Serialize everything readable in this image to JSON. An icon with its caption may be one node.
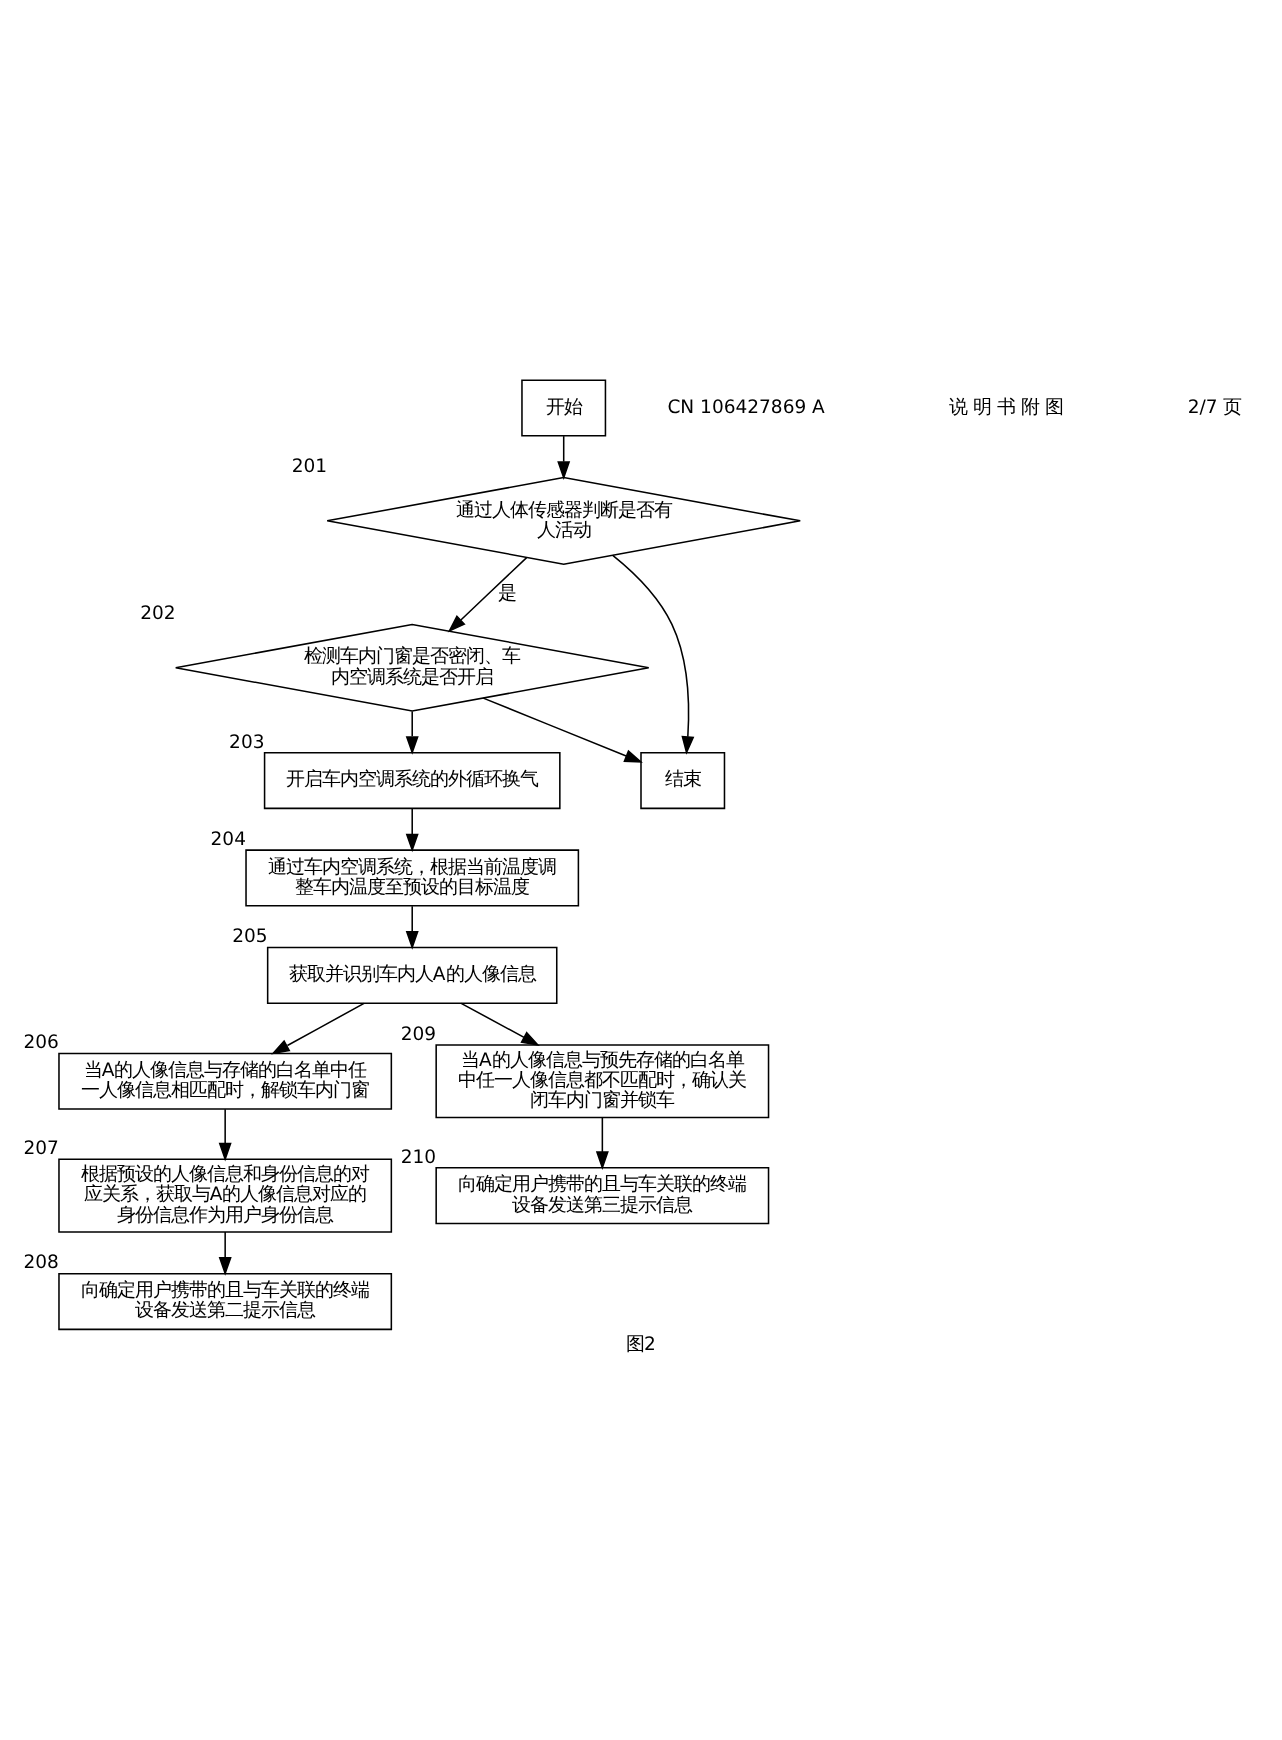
{
  "diagram": {
    "caption": "图2",
    "nodes": [
      {
        "text": [
          "开始"
        ]
      },
      {
        "text": [
          "通过人体传感器判断是否有人活动"
        ],
        "beside": [
          "201"
        ]
      },
      {
        "text": [
          "检测车内门窗是否密闭、车内空调系统是否开启"
        ],
        "beside": [
          "202"
        ]
      },
      {
        "text": [
          "结束"
        ]
      },
      {
        "text": [
          "开启车内空调系统的外循环换气"
        ],
        "beside": [
          "203"
        ]
      },
      {
        "text": [
          "通过车内空调系统，根据当前温度调整车内温度至预设的目标温度"
        ],
        "beside": [
          "204"
        ]
      },
      {
        "text": [
          "获取并识别车内人A的人像信息"
        ],
        "beside": [
          "205"
        ]
      },
      {
        "text": [
          "当A的人像信息与存储的白名单中任一人像信息相匹配时，解锁车内门窗"
        ],
        "beside": [
          "206"
        ]
      },
      {
        "text": [
          "当A的人像信息与预先存储的白名单中任一人像信息都不匹配时，确认关闭车内门窗并锁车"
        ],
        "beside": [
          "209"
        ]
      },
      {
        "text": [
          "根据预设的人像信息和身份信息的对应关系，获取与A的人像信息对应的身份信息作为用户身份信息"
        ],
        "beside": [
          "207"
        ]
      },
      {
        "text": [
          "向确定用户携带的且与车关联的终端设备发送第二提示信息"
        ],
        "beside": [
          "208"
        ]
      },
      {
        "text": [
          "向确定用户携带的且与车关联的终端设备发送第三提示信息"
        ],
        "beside": [
          "210"
        ]
      }
    ],
    "edges": [
      {
        "from": 0,
        "to": 1,
        "arrow": "to"
      },
      {
        "from": 1,
        "to": 2,
        "arrow": "to",
        "label": "是"
      },
      {
        "from": 1,
        "to": 3,
        "arrow": "to"
      },
      {
        "from": 2,
        "to": 3,
        "arrow": "to"
      },
      {
        "from": 2,
        "to": 4,
        "arrow": "to"
      },
      {
        "from": 4,
        "to": 5,
        "arrow": "to"
      },
      {
        "from": 5,
        "to": 6,
        "arrow": "to"
      },
      {
        "from": 6,
        "to": 7,
        "arrow": "to"
      },
      {
        "from": 6,
        "to": 8,
        "arrow": "to"
      },
      {
        "from": 7,
        "to": 9,
        "arrow": "to"
      },
      {
        "from": 9,
        "to": 10,
        "arrow": "to"
      },
      {
        "from": 8,
        "to": 11,
        "arrow": "to"
      }
    ],
    "labels": [
      "CN 106427869 A",
      "说 明 书 附 图",
      "2/7 页"
    ]
  }
}
